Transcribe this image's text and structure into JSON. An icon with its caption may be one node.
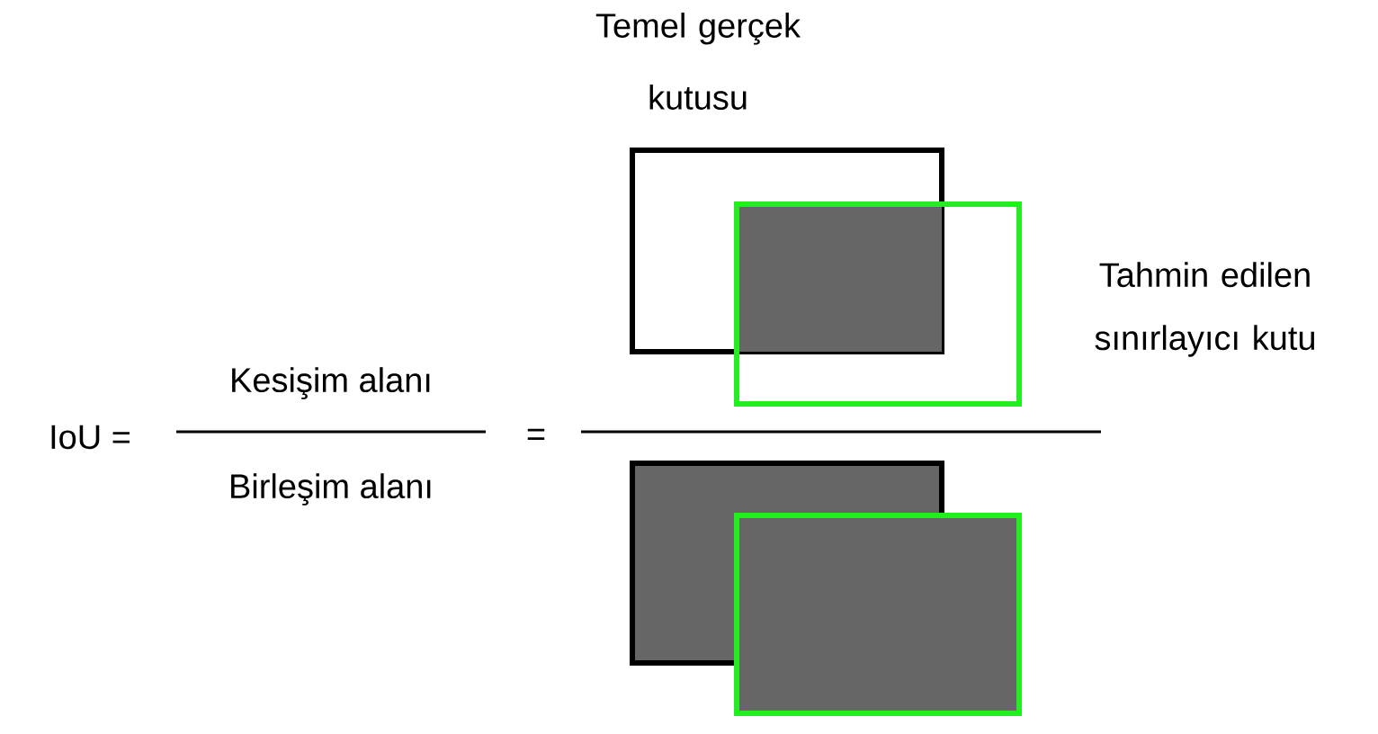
{
  "diagram": {
    "nodes": [
      {
        "text": [
          "Temel gerçek kutusu"
        ]
      },
      {
        "text": [
          "Tahmin edilen sınırlayıcı kutu"
        ]
      },
      {
        "text": [],
        "shape": "box"
      },
      {
        "text": [],
        "shape": "box"
      }
    ],
    "labels": [
      "IoU =",
      "Kesişim alanı",
      "Birleşim alanı",
      "="
    ]
  }
}
